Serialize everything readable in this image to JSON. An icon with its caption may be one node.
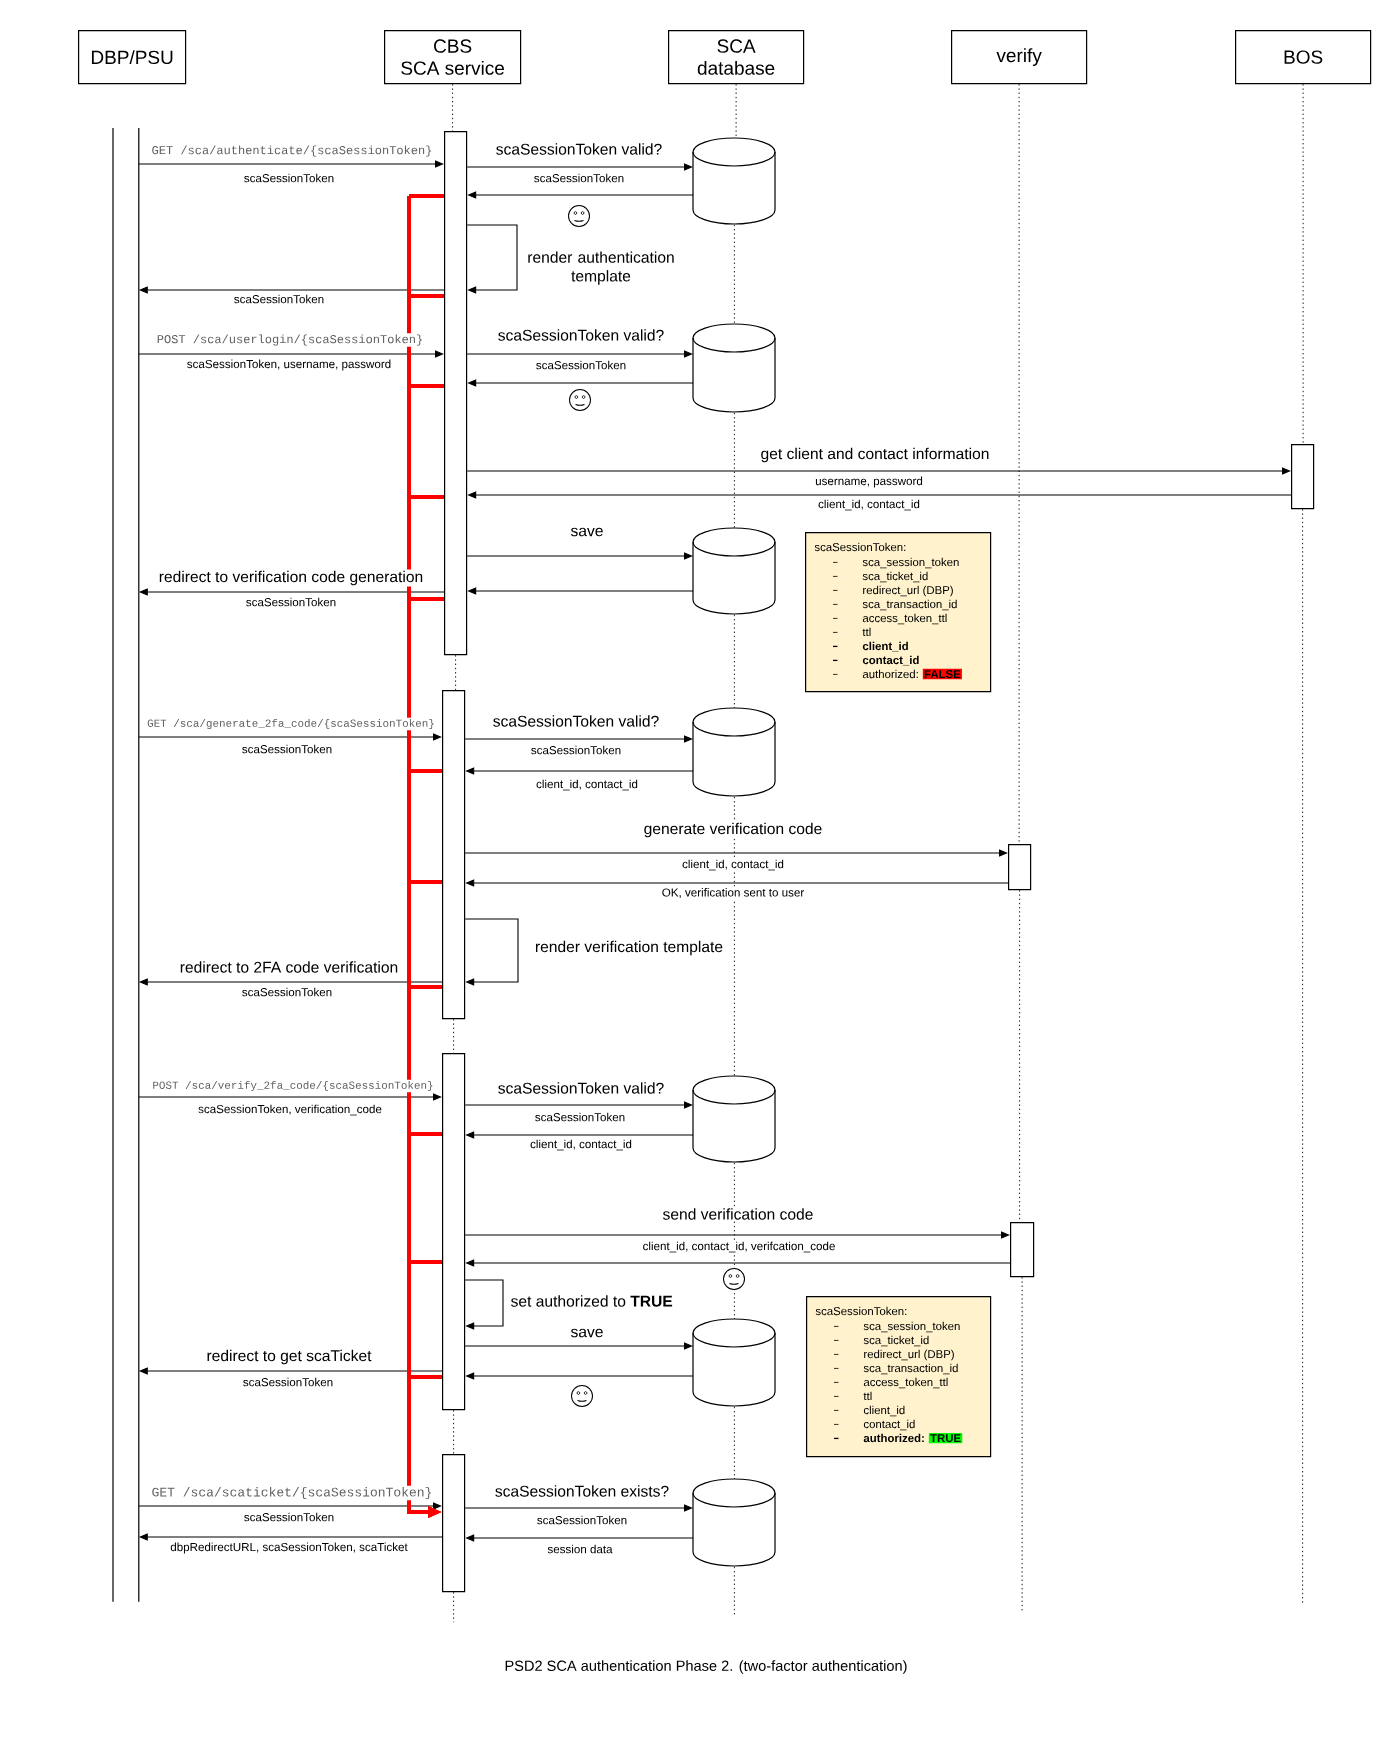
{
  "diagram": {
    "caption": "PSD2 SCA authentication Phase 2. (two-factor authentication)",
    "nodes": [
      {
        "text": [
          "DBP/PSU"
        ]
      },
      {
        "text": [
          "CBS SCA service"
        ]
      },
      {
        "text": [
          "SCA database"
        ]
      },
      {
        "text": [
          "verify"
        ]
      },
      {
        "text": [
          "BOS"
        ]
      },
      {
        "text": [],
        "shape": "bar"
      },
      {
        "text": [],
        "shape": "bar"
      },
      {
        "text": [],
        "shape": "cylinder"
      },
      {
        "text": [],
        "shape": "cylinder"
      },
      {
        "text": [],
        "shape": "bar"
      },
      {
        "text": [],
        "shape": "cylinder"
      },
      {
        "text": [
          "scaSessionToken:",
          "sca_session_token",
          "sca_ticket_id",
          "redirect_url (DBP)",
          "sca_transaction_id",
          "access_token_ttl",
          "ttl",
          "client_id",
          "contact_id",
          "authorized:",
          "FALSE"
        ]
      },
      {
        "text": [],
        "shape": "bar"
      },
      {
        "text": [],
        "shape": "cylinder"
      },
      {
        "text": [],
        "shape": "bar"
      },
      {
        "text": [],
        "shape": "bar"
      },
      {
        "text": [],
        "shape": "cylinder"
      },
      {
        "text": [],
        "shape": "bar"
      },
      {
        "text": [],
        "shape": "cylinder"
      },
      {
        "text": [
          "scaSessionToken:",
          "sca_session_token",
          "sca_ticket_id",
          "redirect_url (DBP)",
          "sca_transaction_id",
          "access_token_ttl",
          "ttl",
          "client_id",
          "contact_id",
          "authorized:",
          "TRUE"
        ]
      },
      {
        "text": [],
        "shape": "bar"
      },
      {
        "text": [],
        "shape": "cylinder"
      }
    ],
    "edges": [
      {
        "from": 5,
        "to": 6,
        "arrow": "to",
        "label": "GET /sca/authenticate/{scaSessionToken}"
      },
      {
        "from": 6,
        "to": 7,
        "arrow": "to",
        "label": "scaSessionToken valid?"
      },
      {
        "from": 7,
        "to": 6,
        "arrow": "to"
      },
      {
        "from": 6,
        "to": 6,
        "arrow": "to",
        "label": "render authentication template"
      },
      {
        "from": 6,
        "to": 5,
        "arrow": "to",
        "label": "scaSessionToken"
      },
      {
        "from": 5,
        "to": 6,
        "arrow": "to",
        "label": "POST /sca/userlogin/{scaSessionToken}"
      },
      {
        "from": 6,
        "to": 8,
        "arrow": "to",
        "label": "scaSessionToken valid?"
      },
      {
        "from": 8,
        "to": 6,
        "arrow": "to"
      },
      {
        "from": 6,
        "to": 9,
        "arrow": "to",
        "label": "get client and contact information"
      },
      {
        "from": 9,
        "to": 6,
        "arrow": "to",
        "label": "client_id, contact_id"
      },
      {
        "from": 6,
        "to": 10,
        "arrow": "to",
        "label": "save"
      },
      {
        "from": 10,
        "to": 6,
        "arrow": "to"
      },
      {
        "from": 6,
        "to": 5,
        "arrow": "to",
        "label": "redirect to verification code generation"
      },
      {
        "from": 5,
        "to": 12,
        "arrow": "to",
        "label": "GET /sca/generate_2fa_code/{scaSessionToken}"
      },
      {
        "from": 12,
        "to": 13,
        "arrow": "to",
        "label": "scaSessionToken valid?"
      },
      {
        "from": 13,
        "to": 12,
        "arrow": "to",
        "label": "client_id, contact_id"
      },
      {
        "from": 12,
        "to": 14,
        "arrow": "to",
        "label": "generate verification code"
      },
      {
        "from": 14,
        "to": 12,
        "arrow": "to",
        "label": "OK, verification sent to user"
      },
      {
        "from": 12,
        "to": 12,
        "arrow": "to",
        "label": "render verification template"
      },
      {
        "from": 12,
        "to": 5,
        "arrow": "to",
        "label": "redirect to 2FA code verification"
      },
      {
        "from": 5,
        "to": 15,
        "arrow": "to",
        "label": "POST /sca/verify_2fa_code/{scaSessionToken}"
      },
      {
        "from": 15,
        "to": 16,
        "arrow": "to",
        "label": "scaSessionToken valid?"
      },
      {
        "from": 16,
        "to": 15,
        "arrow": "to",
        "label": "client_id, contact_id"
      },
      {
        "from": 15,
        "to": 17,
        "arrow": "to",
        "label": "send verification code"
      },
      {
        "from": 17,
        "to": 15,
        "arrow": "to"
      },
      {
        "from": 15,
        "to": 15,
        "arrow": "to",
        "label": "set authorized to **TRUE**"
      },
      {
        "from": 15,
        "to": 18,
        "arrow": "to",
        "label": "save"
      },
      {
        "from": 18,
        "to": 15,
        "arrow": "to"
      },
      {
        "from": 15,
        "to": 5,
        "arrow": "to",
        "label": "redirect to get scaTicket"
      },
      {
        "from": 5,
        "to": 20,
        "arrow": "to",
        "label": "GET /sca/scaticket/{scaSessionToken}"
      },
      {
        "from": 20,
        "to": 21,
        "arrow": "to",
        "label": "scaSessionToken exists?"
      },
      {
        "from": 21,
        "to": 20,
        "arrow": "to",
        "label": "session data"
      },
      {
        "from": 20,
        "to": 5,
        "arrow": "to",
        "label": "dbpRedirectURL, scaSessionToken, scaTicket"
      },
      {
        "from": 6,
        "to": 20,
        "arrow": "to",
        "style": "thick",
        "color": "#ff0000"
      },
      {
        "from": 12,
        "to": 20,
        "arrow": "to",
        "style": "thick",
        "color": "#ff0000"
      },
      {
        "from": 15,
        "to": 20,
        "arrow": "to",
        "style": "thick",
        "color": "#ff0000"
      },
      {
        "from": 1,
        "to": 6,
        "arrow": "none",
        "style": "dashed"
      },
      {
        "from": 6,
        "to": 12,
        "arrow": "none",
        "style": "dashed"
      },
      {
        "from": 12,
        "to": 15,
        "arrow": "none",
        "style": "dashed"
      },
      {
        "from": 15,
        "to": 20,
        "arrow": "none",
        "style": "dashed"
      },
      {
        "from": 20,
        "to": null,
        "arrow": "none",
        "style": "dashed"
      },
      {
        "from": 2,
        "to": 7,
        "arrow": "none",
        "style": "dashed"
      },
      {
        "from": 7,
        "to": 8,
        "arrow": "none",
        "style": "dashed"
      },
      {
        "from": 8,
        "to": 10,
        "arrow": "none",
        "style": "dashed"
      },
      {
        "from": 10,
        "to": 13,
        "arrow": "none",
        "style": "dashed"
      },
      {
        "from": 13,
        "to": 16,
        "arrow": "none",
        "style": "dashed"
      },
      {
        "from": 16,
        "to": 18,
        "arrow": "none",
        "style": "dashed"
      },
      {
        "from": 18,
        "to": 21,
        "arrow": "none",
        "style": "dashed"
      },
      {
        "from": 21,
        "to": null,
        "arrow": "none",
        "style": "dashed"
      },
      {
        "from": 3,
        "to": 14,
        "arrow": "none",
        "style": "dashed"
      },
      {
        "from": 14,
        "to": 17,
        "arrow": "none",
        "style": "dashed"
      },
      {
        "from": 17,
        "to": null,
        "arrow": "none",
        "style": "dashed"
      },
      {
        "from": 4,
        "to": 9,
        "arrow": "none",
        "style": "dashed"
      },
      {
        "from": 9,
        "to": null,
        "arrow": "none",
        "style": "dashed"
      }
    ],
    "labels": [
      "scaSessionToken",
      "scaSessionToken",
      "scaSessionToken, username, password",
      "scaSessionToken",
      "username, password",
      "scaSessionToken",
      "scaSessionToken",
      "scaSessionToken",
      "client_id, contact_id",
      "scaSessionToken",
      "scaSessionToken, verification_code",
      "scaSessionToken",
      "client_id, contact_id, verifcation_code",
      "scaSessionToken",
      "scaSessionToken",
      "scaSessionToken"
    ]
  }
}
